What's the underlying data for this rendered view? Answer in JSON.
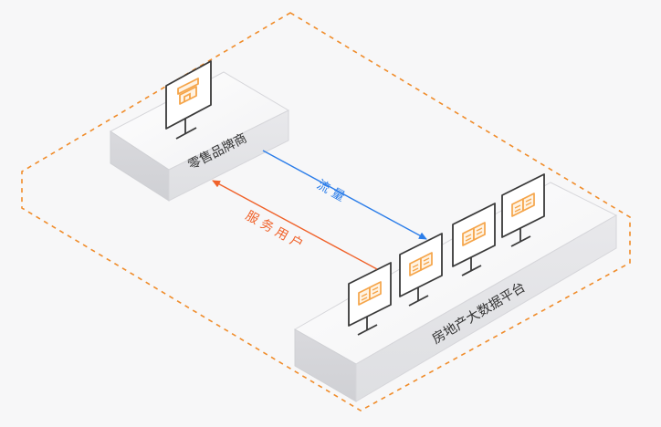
{
  "retail_brand": {
    "label": "零售品牌商",
    "icon": "storefront-icon"
  },
  "platform": {
    "label": "房地产大数据平台",
    "icon": "book-icon"
  },
  "arrow_traffic": {
    "label": "流 量",
    "color": "#2b7de9"
  },
  "arrow_service": {
    "label": "服 务 用 户",
    "color": "#f0622a"
  },
  "boundary": {
    "color": "#f08c2a"
  },
  "accent_color": "#f5a54a"
}
